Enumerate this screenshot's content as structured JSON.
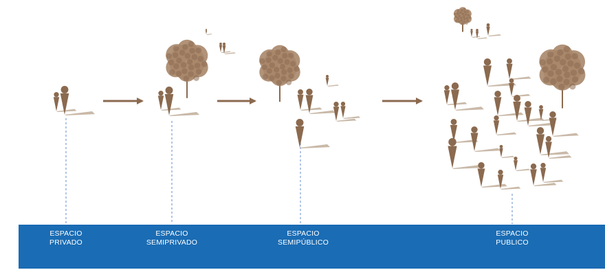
{
  "colors": {
    "figure": "#8b6a4f",
    "shadow": "#c9b9a8",
    "arrow": "#8b6a4f",
    "dashed_line": "#7d9fd6",
    "band": "#1a6cb4",
    "label_text": "#ffffff"
  },
  "stages": [
    {
      "id": "privado",
      "line1": "ESPACIO",
      "line2": "PRIVADO"
    },
    {
      "id": "semiprivado",
      "line1": "ESPACIO",
      "line2": "SEMIPRIVADO"
    },
    {
      "id": "semipublico",
      "line1": "ESPACIO",
      "line2": "SEMIPÚBLICO"
    },
    {
      "id": "publico",
      "line1": "ESPACIO",
      "line2": "PUBLICO"
    }
  ]
}
